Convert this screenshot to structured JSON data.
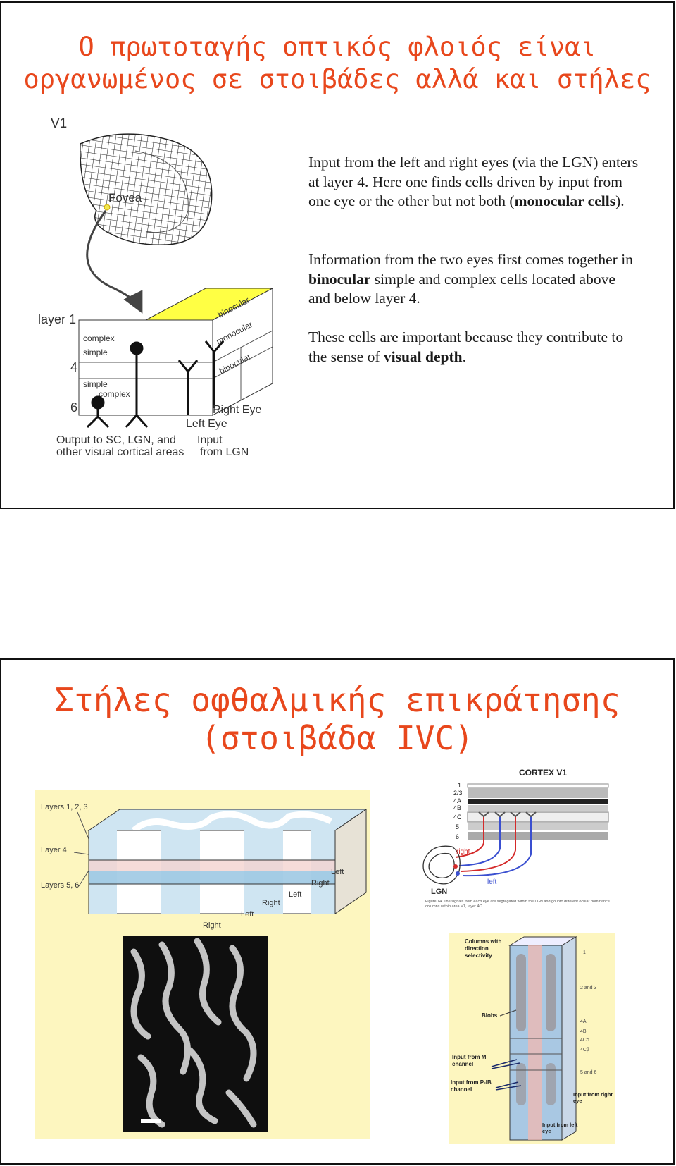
{
  "slide1": {
    "title_line1": "Ο πρωτοταγής οπτικός φλοιός είναι",
    "title_line2": "οργανωμένος σε στοιβάδες αλλά και στήλες",
    "diagram": {
      "v1_label": "V1",
      "fovea_label": "Fovea",
      "layer1_label": "layer 1",
      "layer4_label": "4",
      "layer6_label": "6",
      "complex_upper": "complex",
      "simple_upper": "simple",
      "simple_lower": "simple",
      "complex_lower": "complex",
      "binocular_top": "binocular",
      "monocular": "monocular",
      "binocular_bottom": "binocular",
      "right_eye": "Right Eye",
      "left_eye": "Left Eye",
      "output_line1": "Output to SC, LGN, and",
      "output_line2": "other visual cortical areas",
      "input_line1": "Input",
      "input_line2": "from LGN"
    },
    "para1": {
      "before": "Input from the left and right eyes (via the LGN) enters at layer 4. Here one finds cells driven by input from one eye or the other but not both (",
      "bold": "monocular cells",
      "after": ")."
    },
    "para2": {
      "before": "Information from the two eyes first comes together in ",
      "bold": "binocular",
      "after": " simple and complex cells located above and below layer 4."
    },
    "para3": {
      "before": "These cells are important because they contribute to the sense of ",
      "bold": "visual depth",
      "after": "."
    }
  },
  "slide2": {
    "title_line1": "Στήλες οφθαλμικής επικράτησης",
    "title_line2": "(στοιβάδα IVC)",
    "block_diagram": {
      "layers_123": "Layers 1, 2, 3",
      "layer_4": "Layer 4",
      "layers_56": "Layers 5, 6",
      "eye_labels": [
        "Right",
        "Left",
        "Right",
        "Left",
        "Right",
        "Left"
      ]
    },
    "cortex_diagram": {
      "title": "CORTEX V1",
      "layer_labels": [
        "1",
        "2/3",
        "4A",
        "4B",
        "4C",
        "5",
        "6"
      ],
      "right_label": "right",
      "left_label": "left",
      "lgn_label": "LGN",
      "caption": "Figure 14. The signals from each eye are segregated within the LGN and go into different ocular dominance columns within area V1, layer 4C."
    },
    "column_diagram": {
      "direction_label": "Columns with direction selectivity",
      "blobs_label": "Blobs",
      "m_input": "Input from M channel",
      "pib_input": "Input from P-IB channel",
      "right_eye_input": "Input from right eye",
      "left_eye_input": "Input from left eye",
      "layer_numbers": [
        "1",
        "2 and 3",
        "4A",
        "4B",
        "4Cα",
        "4Cβ",
        "5 and 6"
      ]
    }
  }
}
